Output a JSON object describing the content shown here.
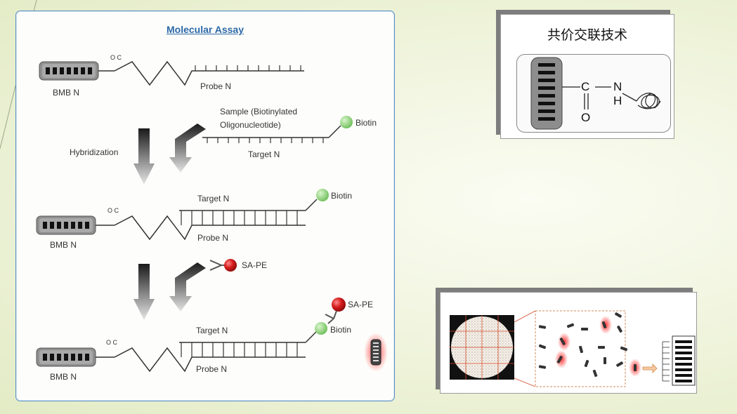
{
  "assay": {
    "title": "Molecular Assay",
    "bead_label": "BMB N",
    "probe_label": "Probe N",
    "sample_label_line1": "Sample (Biotinylated",
    "sample_label_line2": "Oligonucleotide)",
    "target_label": "Target N",
    "biotin_label": "Biotin",
    "hybridization_label": "Hybridization",
    "sape_label": "SA-PE",
    "linker_letters": "O C"
  },
  "covalent": {
    "title": "共价交联技术",
    "atom_c": "C",
    "atom_n": "N",
    "atom_h": "H",
    "atom_o": "O"
  },
  "colors": {
    "accent_blue": "#2c68a8",
    "biotin_green": "#8fcf7a",
    "sape_red": "#d42020",
    "bead_gray": "#8a8a8a"
  }
}
